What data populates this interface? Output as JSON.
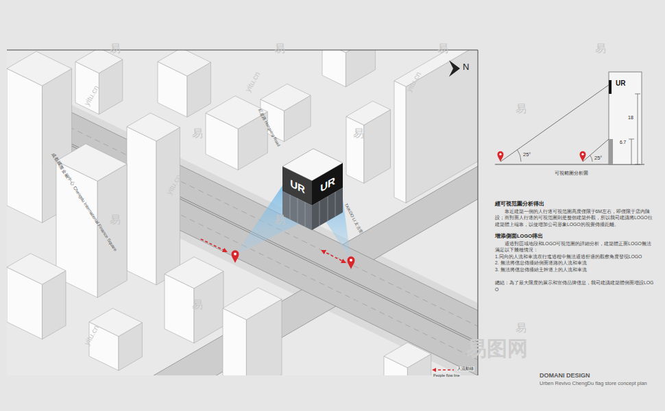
{
  "diagram": {
    "nodes": [
      {
        "text": [
          "UR",
          "UR"
        ]
      },
      {
        "text": [
          "UR",
          "18",
          "6.7"
        ]
      }
    ],
    "labels": [
      "N",
      "成都國際金融中心 Chengdu International Finance Square",
      "紅星路 Hongxing Road",
      "TAIKOO LI 太古里",
      "25°",
      "25°",
      "可視範圍分析圖",
      "經可視范圍分析得出",
      "靠近建築一側的人行道可視范圍高度僅限于6M左右，即僅限于店內陳設；而對面人行道的可視范圍則是整個建築外觀，所以我司建議將LOGO往建築體上端靠，以便增加公司形象LOGO的視覺傳播距離。",
      "增添側面LOGO得出",
      "通過對區域地段和LOGO可視范圍的詳細分析，建築體正面LOGO無法滿足以下幾種情況：",
      "1.同向的人流和車流在行進過程中無法通過舒適的觀察角度發現LOGO",
      "2. 無法將信息傳播給側面道路的人流和車流",
      "3. 無法將信息傳播給主幹道上的人流和車流",
      "總結：為了最大限度的展示和宣傳品牌信息，我司建議建築體側面增設LOGO",
      "DOMANI DESIGN",
      "Urben Revivo ChengDu flag store concept plan",
      "易",
      "易",
      "易",
      "易",
      "易",
      "易",
      "易",
      "易",
      "易",
      "易",
      "易",
      "易",
      "yitu.cn",
      "yitu.cn",
      "yitu.cn",
      "yitu.cn",
      "yitu.cn",
      "yitu.cn",
      "易图网"
    ],
    "legend": [
      {
        "text": "人流動線"
      },
      {
        "text": "People flow line"
      }
    ]
  }
}
